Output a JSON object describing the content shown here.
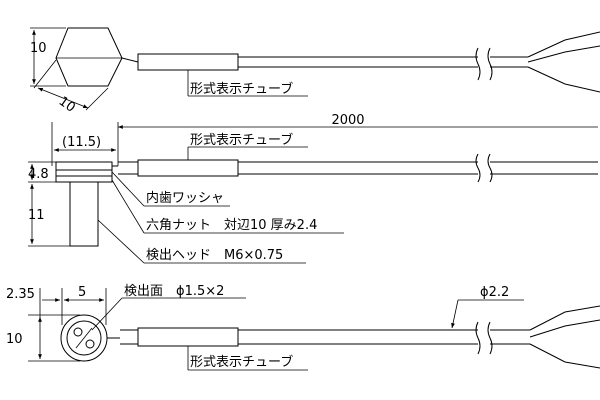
{
  "figure": {
    "top_view": {
      "dim_height": "10",
      "dim_width": "10",
      "tube_label": "形式表示チューブ"
    },
    "side_view": {
      "dim_length": "2000",
      "dim_offset": "(11.5)",
      "tube_label": "形式表示チューブ",
      "dim_washer_height": "4.8",
      "dim_head_height": "11",
      "callout_washer": "内歯ワッシャ",
      "callout_nut": "六角ナット　対辺10 厚み2.4",
      "callout_head": "検出ヘッド　M6×0.75"
    },
    "face_view": {
      "dim_offset": "2.35",
      "dim_width": "5",
      "dim_height": "10",
      "callout_face": "検出面　ϕ1.5×2",
      "cable_diameter": "ϕ2.2",
      "tube_label": "形式表示チューブ"
    }
  }
}
